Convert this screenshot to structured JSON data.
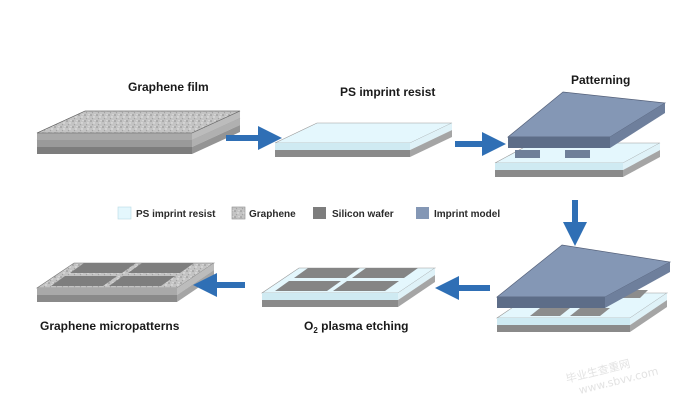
{
  "labels": {
    "step1": "Graphene film",
    "step2": "PS imprint resist",
    "step3": "Patterning",
    "step5_prefix": "O",
    "step5_sub": "2",
    "step5_suffix": " plasma etching",
    "step6": "Graphene micropatterns"
  },
  "legend": {
    "ps_resist": "PS imprint resist",
    "graphene": "Graphene",
    "silicon": "Silicon wafer",
    "model": "Imprint model"
  },
  "watermark": {
    "line1": "毕业生查重网",
    "line2": "www.sbvv.com"
  },
  "colors": {
    "arrow": "#2f6fb5",
    "resist": "#e4f7fd",
    "graphene": "#b9b9b9",
    "silicon": "#8c8c8c",
    "model": "#8497b5"
  }
}
